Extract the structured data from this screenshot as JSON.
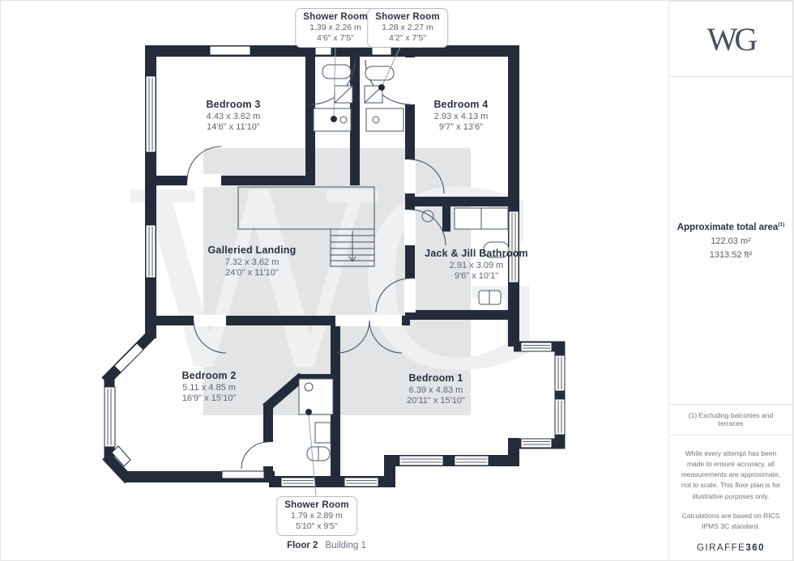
{
  "plan": {
    "floor_label": "Floor 2",
    "building_label": "Building 1",
    "watermark": "WG",
    "rooms": [
      {
        "id": "bedroom-3",
        "name": "Bedroom 3",
        "metric": "4.43 x 3.62 m",
        "imperial": "14'6\" x 11'10\""
      },
      {
        "id": "bedroom-4",
        "name": "Bedroom 4",
        "metric": "2.93 x 4.13 m",
        "imperial": "9'7\" x 13'6\""
      },
      {
        "id": "galleried-landing",
        "name": "Galleried Landing",
        "metric": "7.32 x 3.62 m",
        "imperial": "24'0\" x 11'10\""
      },
      {
        "id": "jack-jill-bathroom",
        "name": "Jack & Jill Bathroom",
        "metric": "2.91 x 3.09 m",
        "imperial": "9'6\" x 10'1\""
      },
      {
        "id": "bedroom-2",
        "name": "Bedroom 2",
        "metric": "5.11 x 4.85 m",
        "imperial": "16'9\" x 15'10\""
      },
      {
        "id": "bedroom-1",
        "name": "Bedroom 1",
        "metric": "6.39 x 4.83 m",
        "imperial": "20'11\" x 15'10\""
      }
    ],
    "callouts": [
      {
        "id": "shower-room-top-left",
        "name": "Shower Room",
        "metric": "1.39 x 2.26 m",
        "imperial": "4'6\" x 7'5\""
      },
      {
        "id": "shower-room-top-right",
        "name": "Shower Room",
        "metric": "1.28 x 2.27 m",
        "imperial": "4'2\" x 7'5\""
      },
      {
        "id": "shower-room-bottom",
        "name": "Shower Room",
        "metric": "1.79 x 2.89 m",
        "imperial": "5'10\" x 9'5\""
      }
    ]
  },
  "sidebar": {
    "logo": "WG",
    "area_title": "Approximate total area",
    "area_superscript": "(1)",
    "area_m2": "122.03 m²",
    "area_ft2": "1313.52 ft²",
    "footnote": "(1) Excluding balconies and terraces",
    "disclaimer1": "While every attempt has been made to ensure accuracy, all measurements are approximate, not to scale. This floor plan is for illustrative purposes only.",
    "disclaimer2": "Calculations are based on RICS IPMS 3C standard.",
    "brand_regular": "GIRAFFE",
    "brand_bold": "360"
  },
  "colors": {
    "wall": "#242c3b",
    "floor_shade": "#e3e4e6",
    "watermark": "#eef0f2",
    "callout_border": "#b6bac0",
    "text_primary": "#2b3340",
    "text_secondary": "#5d6470"
  }
}
